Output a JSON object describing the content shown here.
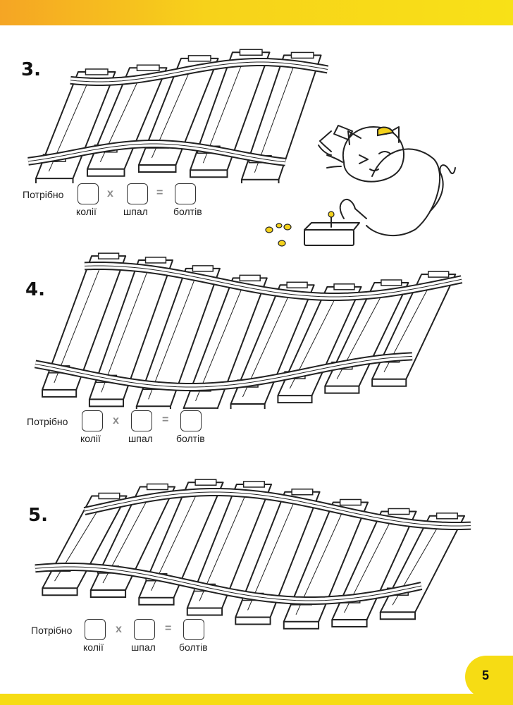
{
  "page": {
    "number": "5"
  },
  "exercises": [
    {
      "number": "3.",
      "lead": "Потрібно",
      "op_multiply": "x",
      "op_equals": "=",
      "captions": {
        "rails": "колії",
        "sleepers": "шпал",
        "bolts": "болтів"
      },
      "sleepers_drawn": 5
    },
    {
      "number": "4.",
      "lead": "Потрібно",
      "op_multiply": "x",
      "op_equals": "=",
      "captions": {
        "rails": "колії",
        "sleepers": "шпал",
        "bolts": "болтів"
      },
      "sleepers_drawn": 8
    },
    {
      "number": "5.",
      "lead": "Потрібно",
      "op_multiply": "x",
      "op_equals": "=",
      "captions": {
        "rails": "колії",
        "sleepers": "шпал",
        "bolts": "болтів"
      },
      "sleepers_drawn": 8
    }
  ],
  "colors": {
    "top_stripe": "#f7d21a",
    "accent_yellow": "#f6dc14",
    "ink": "#222222",
    "helmet": "#f4d21c"
  },
  "illustration": {
    "subject": "cat-with-hammer-icon"
  }
}
